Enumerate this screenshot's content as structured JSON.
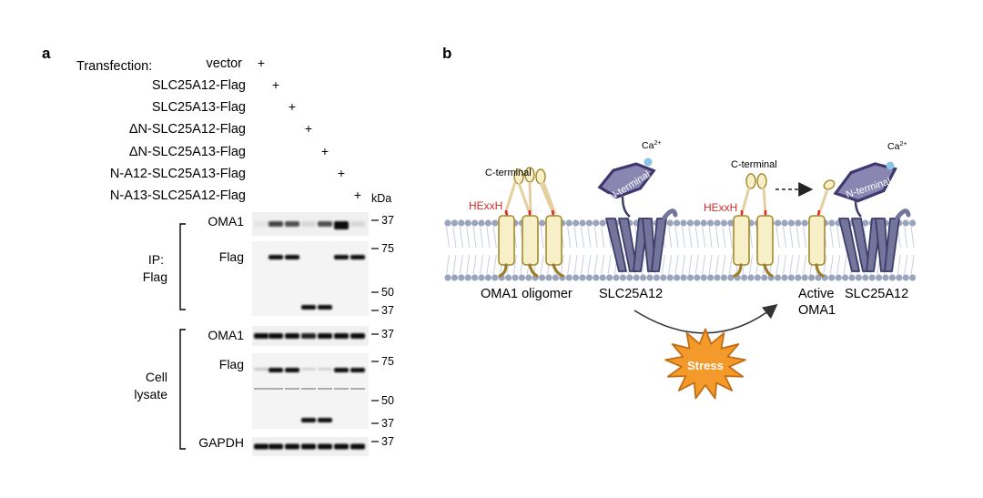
{
  "panel_a": {
    "label": "a",
    "transfection_header": "Transfection:",
    "constructs": [
      "vector",
      "SLC25A12-Flag",
      "SLC25A13-Flag",
      "ΔN-SLC25A12-Flag",
      "ΔN-SLC25A13-Flag",
      "N-A12-SLC25A13-Flag",
      "N-A13-SLC25A12-Flag"
    ],
    "plus_sign": "+",
    "kda_label": "kDa",
    "ip_group_label": [
      "IP:",
      "Flag"
    ],
    "lysate_group_label": [
      "Cell",
      "lysate"
    ],
    "blots": [
      {
        "name": "ip-oma1",
        "label": "OMA1",
        "markers": [
          "37"
        ],
        "band_intensity": [
          0.05,
          0.75,
          0.7,
          0.1,
          0.7,
          1.0,
          0.1
        ]
      },
      {
        "name": "ip-flag",
        "label": "Flag",
        "markers": [
          "75",
          "50",
          "37"
        ],
        "bands_75": [
          0,
          1,
          1,
          0,
          0,
          1,
          1
        ],
        "bands_37": [
          0,
          0,
          0,
          1,
          1,
          0,
          0
        ]
      },
      {
        "name": "lysate-oma1",
        "label": "OMA1",
        "markers": [
          "37"
        ],
        "band_intensity": [
          1,
          1,
          1,
          0.9,
          1,
          1,
          1
        ]
      },
      {
        "name": "lysate-flag",
        "label": "Flag",
        "markers": [
          "75",
          "50",
          "37"
        ],
        "bands_75": [
          0.2,
          1,
          1,
          0.15,
          0.15,
          1,
          1
        ],
        "bands_37": [
          0,
          0,
          0,
          1,
          1,
          0,
          0
        ]
      },
      {
        "name": "lysate-gapdh",
        "label": "GAPDH",
        "markers": [
          "37"
        ],
        "band_intensity": [
          1,
          1,
          1,
          1,
          1,
          1,
          1
        ]
      }
    ]
  },
  "panel_b": {
    "label": "b",
    "left_state": {
      "c_terminal": "C-terminal",
      "motif": "HExxH",
      "n_terminal": "N-terminal",
      "calcium": "Ca",
      "calcium_charge": "2+",
      "oma1_label": "OMA1 oligomer",
      "slc_label": "SLC25A12"
    },
    "right_state": {
      "c_terminal": "C-terminal",
      "motif": "HExxH",
      "n_terminal": "N-terminal",
      "calcium": "Ca",
      "calcium_charge": "2+",
      "oma1_label_line1": "Active",
      "oma1_label_line2": "OMA1",
      "slc_label": "SLC25A12"
    },
    "stress_label": "Stress",
    "colors": {
      "motif_red": "#d62a2a",
      "oma1_fill": "#f7efc7",
      "oma1_stroke": "#a48a2c",
      "slc_fill": "#73759a",
      "slc_stroke": "#3d3d6e",
      "hex_fill": "#8a86b2",
      "hex_stroke": "#3f3870",
      "membrane_head": "#9aa5bd",
      "calcium_dot": "#8fc3e6",
      "stress_fill": "#f39a2a",
      "stress_stroke": "#c26c13"
    }
  }
}
